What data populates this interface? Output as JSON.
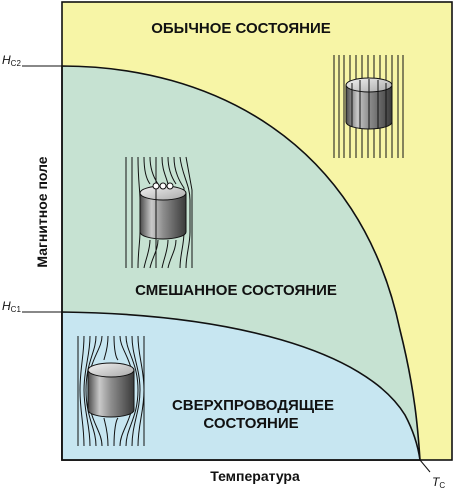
{
  "diagram": {
    "regions": {
      "normal": {
        "label": "ОБЫЧНОЕ СОСТОЯНИЕ",
        "color": "#f7f5a6"
      },
      "mixed": {
        "label": "СМЕШАННОЕ СОСТОЯНИЕ",
        "color": "#c6e2d2"
      },
      "superconducting": {
        "label_line1": "СВЕРХПРОВОДЯЩЕЕ",
        "label_line2": "СОСТОЯНИЕ",
        "color": "#c7e6f1"
      }
    },
    "axes": {
      "x_label": "Температура",
      "y_label": "Магнитное поле"
    },
    "ticks": {
      "hc2": {
        "main": "H",
        "sub": "C2"
      },
      "hc1": {
        "main": "H",
        "sub": "C1"
      },
      "tc": {
        "main": "T",
        "sub": "C"
      }
    },
    "icons": [
      "superconductor-cylinder-field-lines-icon",
      "cylinder-partial-flux-penetration-icon",
      "cylinder-full-flux-penetration-icon"
    ]
  }
}
